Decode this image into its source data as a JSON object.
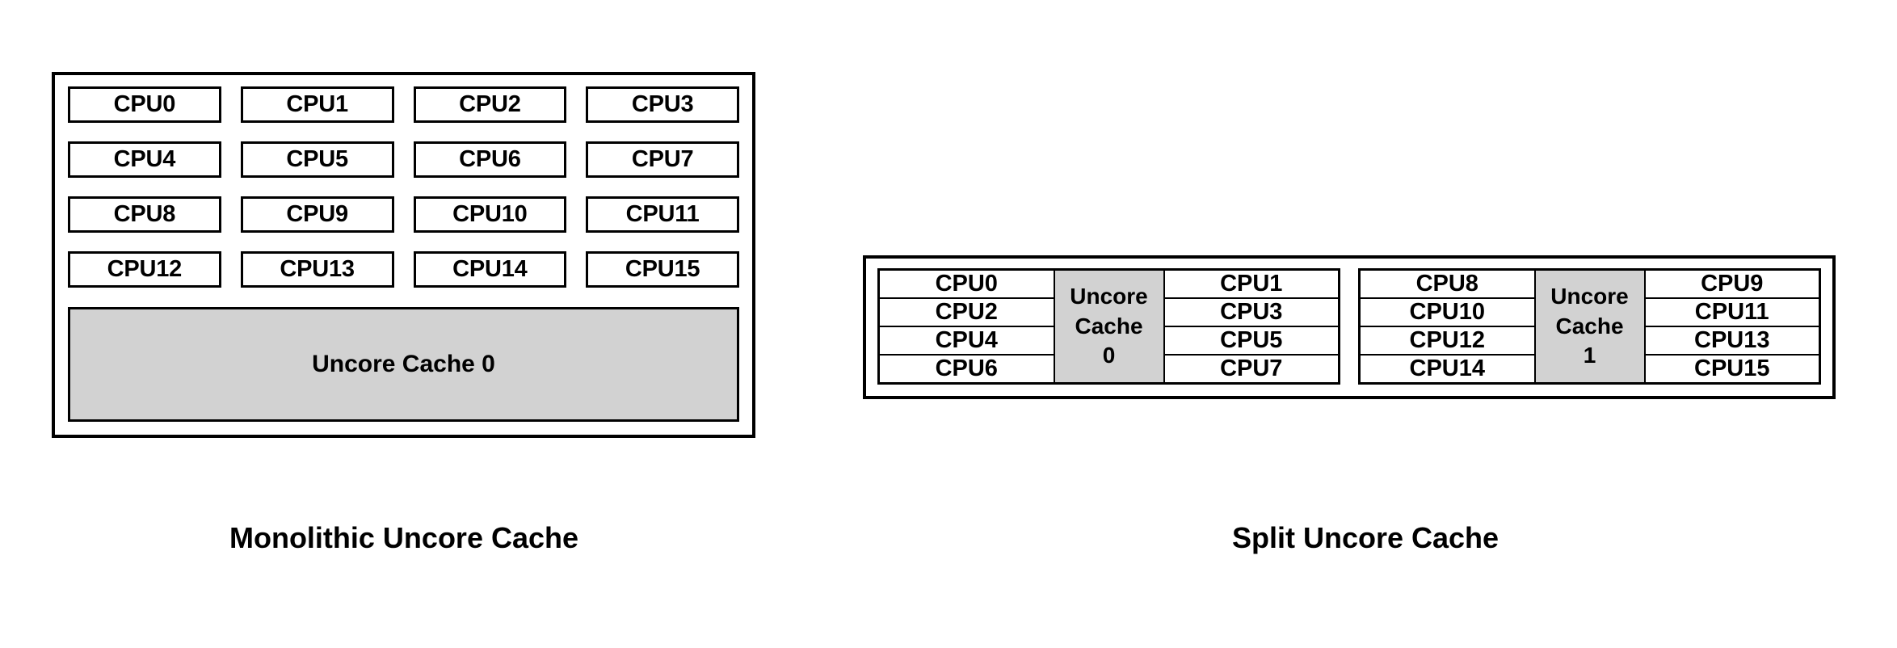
{
  "figures": [
    {
      "id": "monolithic",
      "caption": "Monolithic Uncore Cache",
      "cpu_grid": [
        [
          "CPU0",
          "CPU1",
          "CPU2",
          "CPU3"
        ],
        [
          "CPU4",
          "CPU5",
          "CPU6",
          "CPU7"
        ],
        [
          "CPU8",
          "CPU9",
          "CPU10",
          "CPU11"
        ],
        [
          "CPU12",
          "CPU13",
          "CPU14",
          "CPU15"
        ]
      ],
      "uncore_cache_label": "Uncore Cache 0"
    },
    {
      "id": "split",
      "caption": "Split Uncore Cache",
      "clusters": [
        {
          "left_column": [
            "CPU0",
            "CPU2",
            "CPU4",
            "CPU6"
          ],
          "uncore_lines": [
            "Uncore",
            "Cache",
            "0"
          ],
          "right_column": [
            "CPU1",
            "CPU3",
            "CPU5",
            "CPU7"
          ]
        },
        {
          "left_column": [
            "CPU8",
            "CPU10",
            "CPU12",
            "CPU14"
          ],
          "uncore_lines": [
            "Uncore",
            "Cache",
            "1"
          ],
          "right_column": [
            "CPU9",
            "CPU11",
            "CPU13",
            "CPU15"
          ]
        }
      ]
    }
  ],
  "colors": {
    "uncore_fill": "#d2d2d2",
    "border": "#000000",
    "cpu_fill": "#ffffff",
    "background": "#ffffff"
  },
  "chart_data": {
    "type": "diagram",
    "title": "",
    "panels": [
      {
        "name": "Monolithic Uncore Cache",
        "cpu_count": 16,
        "uncore_cache_count": 1,
        "uncore_caches": [
          "Uncore Cache 0"
        ],
        "cpus_per_cache": 16
      },
      {
        "name": "Split Uncore Cache",
        "cpu_count": 16,
        "uncore_cache_count": 2,
        "uncore_caches": [
          "Uncore Cache 0",
          "Uncore Cache 1"
        ],
        "cpus_per_cache": 8,
        "cache0_cpus": [
          "CPU0",
          "CPU1",
          "CPU2",
          "CPU3",
          "CPU4",
          "CPU5",
          "CPU6",
          "CPU7"
        ],
        "cache1_cpus": [
          "CPU8",
          "CPU9",
          "CPU10",
          "CPU11",
          "CPU12",
          "CPU13",
          "CPU14",
          "CPU15"
        ]
      }
    ]
  }
}
